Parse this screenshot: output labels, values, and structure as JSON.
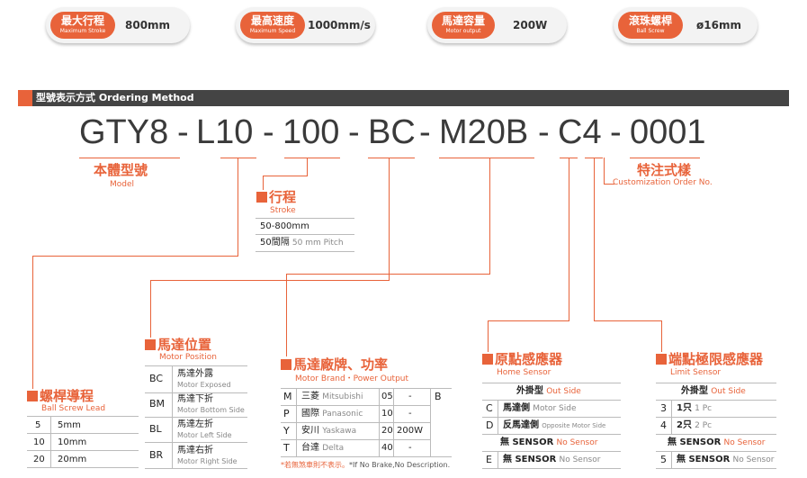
{
  "specs": [
    {
      "cn": "最大行程",
      "en": "Maximum Stroke",
      "value": "800mm"
    },
    {
      "cn": "最高速度",
      "en": "Maximum Speed",
      "value": "1000mm/s"
    },
    {
      "cn": "馬達容量",
      "en": "Motor output",
      "value": "200W"
    },
    {
      "cn": "滾珠螺桿",
      "en": "Ball Screw",
      "value": "ø16mm"
    }
  ],
  "section_title": "型號表示方式 Ordering Method",
  "code": {
    "gty": "GTY8",
    "d1": "-",
    "l10": "L10",
    "d2": "-",
    "s100": "100",
    "d3": "-",
    "bc": "BC",
    "d4": "-",
    "m20b": "M20B",
    "d5": "-",
    "c4": "C4",
    "d6": "-",
    "n0001": "0001"
  },
  "model": {
    "cn": "本體型號",
    "en": "Model"
  },
  "custom": {
    "cn": "特注式樣",
    "en": "Customization Order No."
  },
  "stroke": {
    "cn": "行程",
    "en": "Stroke",
    "row1": "50-800mm",
    "row2_cn": "50間隔",
    "row2_en": "50 mm Pitch"
  },
  "lead": {
    "cn": "螺桿導程",
    "en": "Ball Screw Lead",
    "rows": [
      {
        "code": "5",
        "val": "5mm"
      },
      {
        "code": "10",
        "val": "10mm"
      },
      {
        "code": "20",
        "val": "20mm"
      }
    ]
  },
  "position": {
    "cn": "馬達位置",
    "en": "Motor Position",
    "rows": [
      {
        "code": "BC",
        "cn": "馬達外露",
        "en": "Motor Exposed"
      },
      {
        "code": "BM",
        "cn": "馬達下折",
        "en": "Motor Bottom Side"
      },
      {
        "code": "BL",
        "cn": "馬達左折",
        "en": "Motor Left Side"
      },
      {
        "code": "BR",
        "cn": "馬達右折",
        "en": "Motor Right Side"
      }
    ]
  },
  "brand": {
    "cn": "馬達廠牌、功率",
    "en": "Motor Brand・Power Output",
    "rows": [
      {
        "code": "M",
        "cn": "三菱",
        "en": "Mitsubishi",
        "p": "05",
        "w": "-"
      },
      {
        "code": "P",
        "cn": "國際",
        "en": "Panasonic",
        "p": "10",
        "w": "-"
      },
      {
        "code": "Y",
        "cn": "安川",
        "en": "Yaskawa",
        "p": "20",
        "w": "200W"
      },
      {
        "code": "T",
        "cn": "台達",
        "en": "Delta",
        "p": "40",
        "w": "-"
      }
    ],
    "brake": "B",
    "note_cn": "*若無煞車則不表示。",
    "note_en": "*If No Brake,No Description."
  },
  "home": {
    "cn": "原點感應器",
    "en": "Home Sensor",
    "header_cn": "外掛型",
    "header_en": "Out Side",
    "rows": [
      {
        "code": "C",
        "cn": "馬達側",
        "en": "Motor Side"
      },
      {
        "code": "D",
        "cn": "反馬達側",
        "en": "Opposite Motor Side"
      }
    ],
    "none_cn": "無 SENSOR",
    "none_en": "No Sensor",
    "e_code": "E",
    "e_cn": "無 SENSOR",
    "e_en": "No Sensor"
  },
  "limit": {
    "cn": "端點極限感應器",
    "en": "Limit Sensor",
    "header_cn": "外掛型",
    "header_en": "Out Side",
    "rows": [
      {
        "code": "3",
        "cn": "1只",
        "en": "1 Pc"
      },
      {
        "code": "4",
        "cn": "2只",
        "en": "2 Pc"
      }
    ],
    "none_cn": "無 SENSOR",
    "none_en": "No Sensor",
    "five_code": "5",
    "five_cn": "無 SENSOR",
    "five_en": "No Sensor"
  },
  "colors": {
    "accent": "#e8633a",
    "bar": "#444444"
  }
}
